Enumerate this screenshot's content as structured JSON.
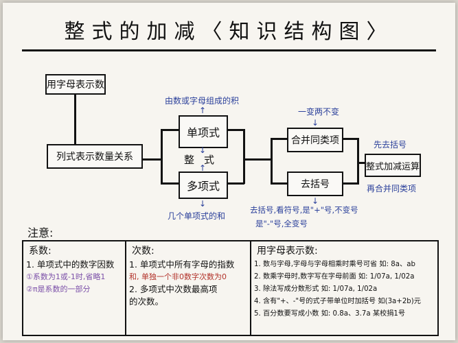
{
  "title": "整式的加减〈知识结构图〉",
  "nodes": {
    "letter_for_number": "用字母表示数",
    "expression_relation": "列式表示数量关系",
    "monomial": "单项式",
    "integral_expression": "整式",
    "polynomial": "多项式",
    "combine_like_terms": "合并同类项",
    "remove_brackets": "去括号",
    "operation": "整式加减运算"
  },
  "annotations": {
    "monomial_def": "由数或字母组成的积",
    "polynomial_def": "几个单项式的和",
    "combine_rule": "一变两不变",
    "remove_first": "先去括号",
    "then_combine": "再合并同类项",
    "bracket_rule_1": "去括号,看符号,是\"+\"号,不变号",
    "bracket_rule_2": "是\"-\"号,全变号"
  },
  "notice_label": "注意:",
  "sections": [
    {
      "title": "系数:",
      "lines": [
        {
          "text": "1. 单项式中的数字因数",
          "color": "#111111"
        },
        {
          "text": "①系数为1或-1时,省略1",
          "color": "#7b4fa8"
        },
        {
          "text": "②π是系数的一部分",
          "color": "#7b4fa8"
        }
      ]
    },
    {
      "title": "次数:",
      "lines": [
        {
          "text": "1. 单项式中所有字母的指数",
          "color": "#111111"
        },
        {
          "text": "和, 单独一个非0数字次数为0",
          "color": "#b2322a"
        },
        {
          "text": "2. 多项式中次数最高项",
          "color": "#111111"
        },
        {
          "text": "的次数。",
          "color": "#111111"
        }
      ]
    },
    {
      "title": "用字母表示数:",
      "lines": [
        {
          "text": "1. 数与字母,字母与字母相乘时乘号可省 如: 8a、ab",
          "color": "#111111"
        },
        {
          "text": "2. 数乘字母时,数字写在字母前面 如: 1/07a, 1/02a",
          "color": "#111111"
        },
        {
          "text": "3. 除法写成分数形式 如: 1/07a, 1/02a",
          "color": "#111111"
        },
        {
          "text": "4. 含有\"+、-\"号的式子带单位时加括号 如(3a+2b)元",
          "color": "#111111"
        },
        {
          "text": "5. 百分数要写成小数 如: 0.8a、3.7a 某校捐1号",
          "color": "#111111"
        }
      ]
    }
  ]
}
